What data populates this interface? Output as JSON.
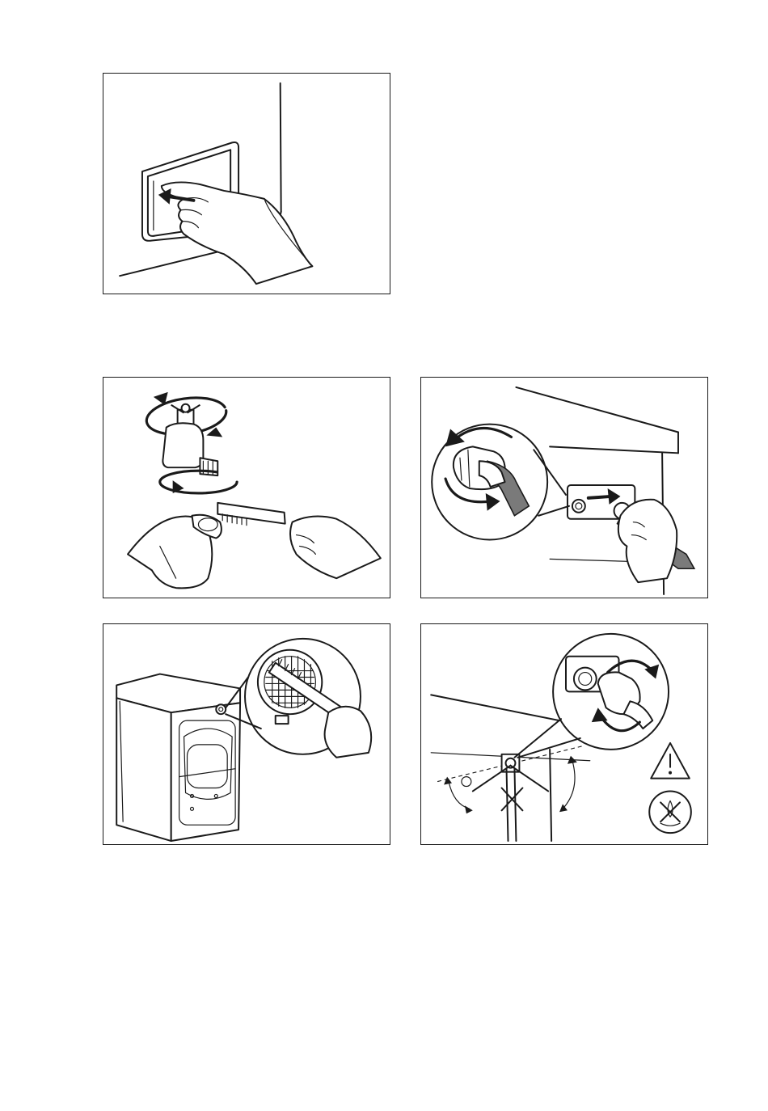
{
  "figures": [
    {
      "id": "p1",
      "icon": "dispenser-drawer-removal"
    },
    {
      "id": "p2",
      "icon": "tap-filter-cleaning"
    },
    {
      "id": "p3",
      "icon": "inlet-hose-removal"
    },
    {
      "id": "p4",
      "icon": "inlet-valve-filter-cleaning"
    },
    {
      "id": "p5",
      "icon": "inlet-hose-refit"
    }
  ],
  "colors": {
    "line": "#1a1a1a",
    "hose": "#7a7a7a",
    "background": "#ffffff"
  }
}
